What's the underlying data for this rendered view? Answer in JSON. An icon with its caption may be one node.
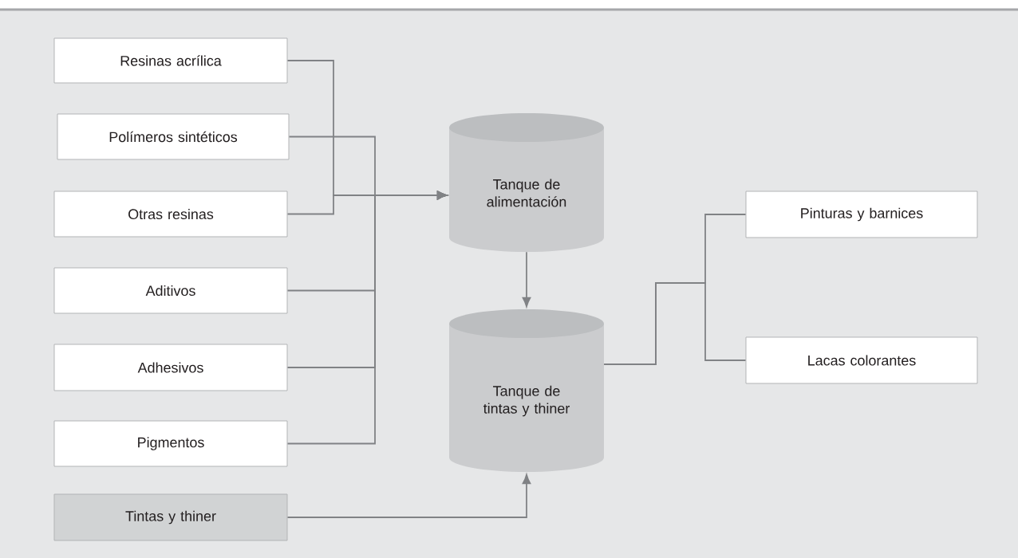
{
  "diagram": {
    "nodes": [
      {
        "text": [
          "Resinas acrílica"
        ]
      },
      {
        "text": [
          "Polímeros sintéticos"
        ]
      },
      {
        "text": [
          "Otras resinas"
        ]
      },
      {
        "text": [
          "Aditivos"
        ]
      },
      {
        "text": [
          "Adhesivos"
        ]
      },
      {
        "text": [
          "Pigmentos"
        ]
      },
      {
        "text": [
          "Tintas y thiner"
        ]
      },
      {
        "text": [
          "Tanque de alimentación"
        ]
      },
      {
        "text": [
          "Tanque de tintas y thiner"
        ]
      },
      {
        "text": [
          "Pinturas y barnices"
        ]
      },
      {
        "text": [
          "Lacas colorantes"
        ]
      }
    ],
    "edges": [
      {
        "from": 0,
        "to": 7,
        "arrow": "to"
      },
      {
        "from": 1,
        "to": 7,
        "arrow": "to"
      },
      {
        "from": 2,
        "to": 7,
        "arrow": "to"
      },
      {
        "from": 3,
        "to": 7,
        "arrow": "to"
      },
      {
        "from": 4,
        "to": 7,
        "arrow": "to"
      },
      {
        "from": 5,
        "to": 7,
        "arrow": "to"
      },
      {
        "from": 7,
        "to": 8,
        "arrow": "to"
      },
      {
        "from": 6,
        "to": 8,
        "arrow": "to"
      },
      {
        "from": 8,
        "to": 9,
        "arrow": "none"
      },
      {
        "from": 8,
        "to": 10,
        "arrow": "none"
      }
    ]
  }
}
